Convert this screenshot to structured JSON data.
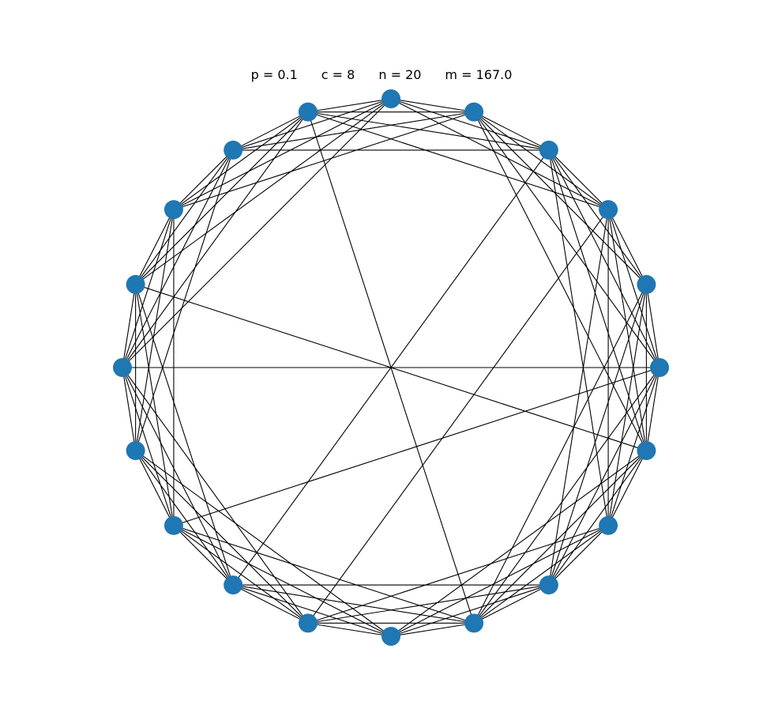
{
  "title": {
    "p": "p = 0.1",
    "c": "c = 8",
    "n": "n = 20",
    "m": "m = 167.0"
  },
  "graph": {
    "layout": "circular",
    "node_count": 20,
    "node_color": "#1f77b4",
    "edge_color": "#000000",
    "nodes": [
      0,
      1,
      2,
      3,
      4,
      5,
      6,
      7,
      8,
      9,
      10,
      11,
      12,
      13,
      14,
      15,
      16,
      17,
      18,
      19
    ],
    "edges": [
      [
        0,
        1
      ],
      [
        0,
        2
      ],
      [
        0,
        3
      ],
      [
        0,
        4
      ],
      [
        0,
        16
      ],
      [
        0,
        17
      ],
      [
        0,
        18
      ],
      [
        0,
        19
      ],
      [
        1,
        2
      ],
      [
        1,
        3
      ],
      [
        1,
        4
      ],
      [
        1,
        16
      ],
      [
        1,
        17
      ],
      [
        1,
        18
      ],
      [
        1,
        19
      ],
      [
        2,
        3
      ],
      [
        2,
        4
      ],
      [
        2,
        5
      ],
      [
        2,
        6
      ],
      [
        2,
        17
      ],
      [
        2,
        18
      ],
      [
        2,
        19
      ],
      [
        3,
        4
      ],
      [
        3,
        5
      ],
      [
        3,
        6
      ],
      [
        3,
        7
      ],
      [
        3,
        18
      ],
      [
        3,
        19
      ],
      [
        4,
        5
      ],
      [
        4,
        6
      ],
      [
        4,
        7
      ],
      [
        4,
        8
      ],
      [
        4,
        19
      ],
      [
        5,
        6
      ],
      [
        5,
        7
      ],
      [
        5,
        8
      ],
      [
        5,
        9
      ],
      [
        5,
        10
      ],
      [
        6,
        7
      ],
      [
        6,
        8
      ],
      [
        6,
        9
      ],
      [
        6,
        10
      ],
      [
        7,
        8
      ],
      [
        7,
        9
      ],
      [
        7,
        10
      ],
      [
        7,
        11
      ],
      [
        8,
        9
      ],
      [
        8,
        10
      ],
      [
        8,
        11
      ],
      [
        8,
        12
      ],
      [
        9,
        10
      ],
      [
        9,
        11
      ],
      [
        9,
        12
      ],
      [
        9,
        13
      ],
      [
        10,
        11
      ],
      [
        10,
        12
      ],
      [
        10,
        13
      ],
      [
        10,
        14
      ],
      [
        11,
        12
      ],
      [
        11,
        13
      ],
      [
        11,
        14
      ],
      [
        11,
        15
      ],
      [
        12,
        13
      ],
      [
        12,
        14
      ],
      [
        12,
        15
      ],
      [
        12,
        16
      ],
      [
        13,
        14
      ],
      [
        13,
        15
      ],
      [
        13,
        16
      ],
      [
        13,
        17
      ],
      [
        14,
        15
      ],
      [
        14,
        16
      ],
      [
        14,
        17
      ],
      [
        14,
        18
      ],
      [
        15,
        16
      ],
      [
        15,
        17
      ],
      [
        15,
        18
      ],
      [
        15,
        19
      ],
      [
        16,
        17
      ],
      [
        16,
        18
      ],
      [
        16,
        19
      ],
      [
        17,
        18
      ],
      [
        17,
        19
      ],
      [
        18,
        19
      ],
      [
        0,
        10
      ],
      [
        0,
        12
      ],
      [
        2,
        14
      ],
      [
        3,
        13
      ],
      [
        6,
        16
      ],
      [
        9,
        19
      ]
    ]
  }
}
